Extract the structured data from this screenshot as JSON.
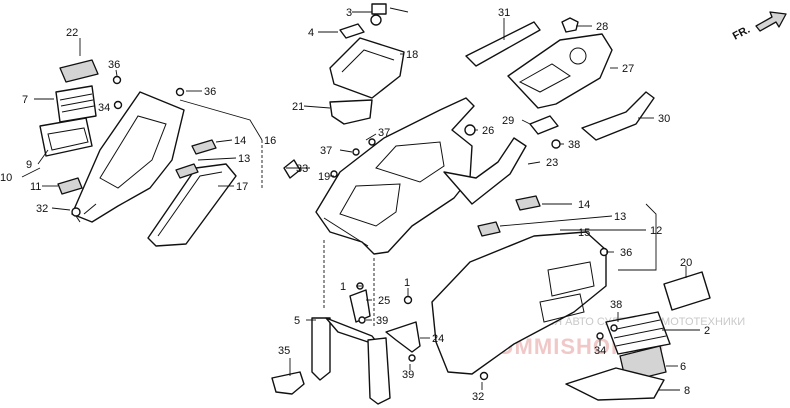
{
  "direction_marker": {
    "label": "FR.",
    "icon": "front-direction-arrow-icon"
  },
  "watermark": {
    "line1": "ЗАПЧАСТИ ДЛЯ АВТО СУДЕБНЫЕ МОТОТЕХНИКИ",
    "line2": "YUMMISHOP.RU",
    "color_text": "#c9c9c9",
    "color_logo": "#f1c8c8"
  },
  "callouts": [
    {
      "id": "c1",
      "number": "1"
    },
    {
      "id": "c1b",
      "number": "1"
    },
    {
      "id": "c2",
      "number": "2"
    },
    {
      "id": "c3",
      "number": "3"
    },
    {
      "id": "c4",
      "number": "4"
    },
    {
      "id": "c5",
      "number": "5"
    },
    {
      "id": "c6",
      "number": "6"
    },
    {
      "id": "c7",
      "number": "7"
    },
    {
      "id": "c8",
      "number": "8"
    },
    {
      "id": "c9",
      "number": "9"
    },
    {
      "id": "c10",
      "number": "10"
    },
    {
      "id": "c11",
      "number": "11"
    },
    {
      "id": "c12",
      "number": "12"
    },
    {
      "id": "c13",
      "number": "13"
    },
    {
      "id": "c13b",
      "number": "13"
    },
    {
      "id": "c14",
      "number": "14"
    },
    {
      "id": "c14b",
      "number": "14"
    },
    {
      "id": "c15",
      "number": "15"
    },
    {
      "id": "c16",
      "number": "16"
    },
    {
      "id": "c17",
      "number": "17"
    },
    {
      "id": "c18",
      "number": "18"
    },
    {
      "id": "c19",
      "number": "19"
    },
    {
      "id": "c20",
      "number": "20"
    },
    {
      "id": "c21",
      "number": "21"
    },
    {
      "id": "c22",
      "number": "22"
    },
    {
      "id": "c23",
      "number": "23"
    },
    {
      "id": "c24",
      "number": "24"
    },
    {
      "id": "c25",
      "number": "25"
    },
    {
      "id": "c26",
      "number": "26"
    },
    {
      "id": "c27",
      "number": "27"
    },
    {
      "id": "c28",
      "number": "28"
    },
    {
      "id": "c29",
      "number": "29"
    },
    {
      "id": "c30",
      "number": "30"
    },
    {
      "id": "c31",
      "number": "31"
    },
    {
      "id": "c32",
      "number": "32"
    },
    {
      "id": "c32b",
      "number": "32"
    },
    {
      "id": "c33",
      "number": "33"
    },
    {
      "id": "c34",
      "number": "34"
    },
    {
      "id": "c34b",
      "number": "34"
    },
    {
      "id": "c35",
      "number": "35"
    },
    {
      "id": "c36",
      "number": "36"
    },
    {
      "id": "c36b",
      "number": "36"
    },
    {
      "id": "c36c",
      "number": "36"
    },
    {
      "id": "c37",
      "number": "37"
    },
    {
      "id": "c37b",
      "number": "37"
    },
    {
      "id": "c38",
      "number": "38"
    },
    {
      "id": "c38b",
      "number": "38"
    },
    {
      "id": "c39",
      "number": "39"
    },
    {
      "id": "c39b",
      "number": "39"
    }
  ]
}
